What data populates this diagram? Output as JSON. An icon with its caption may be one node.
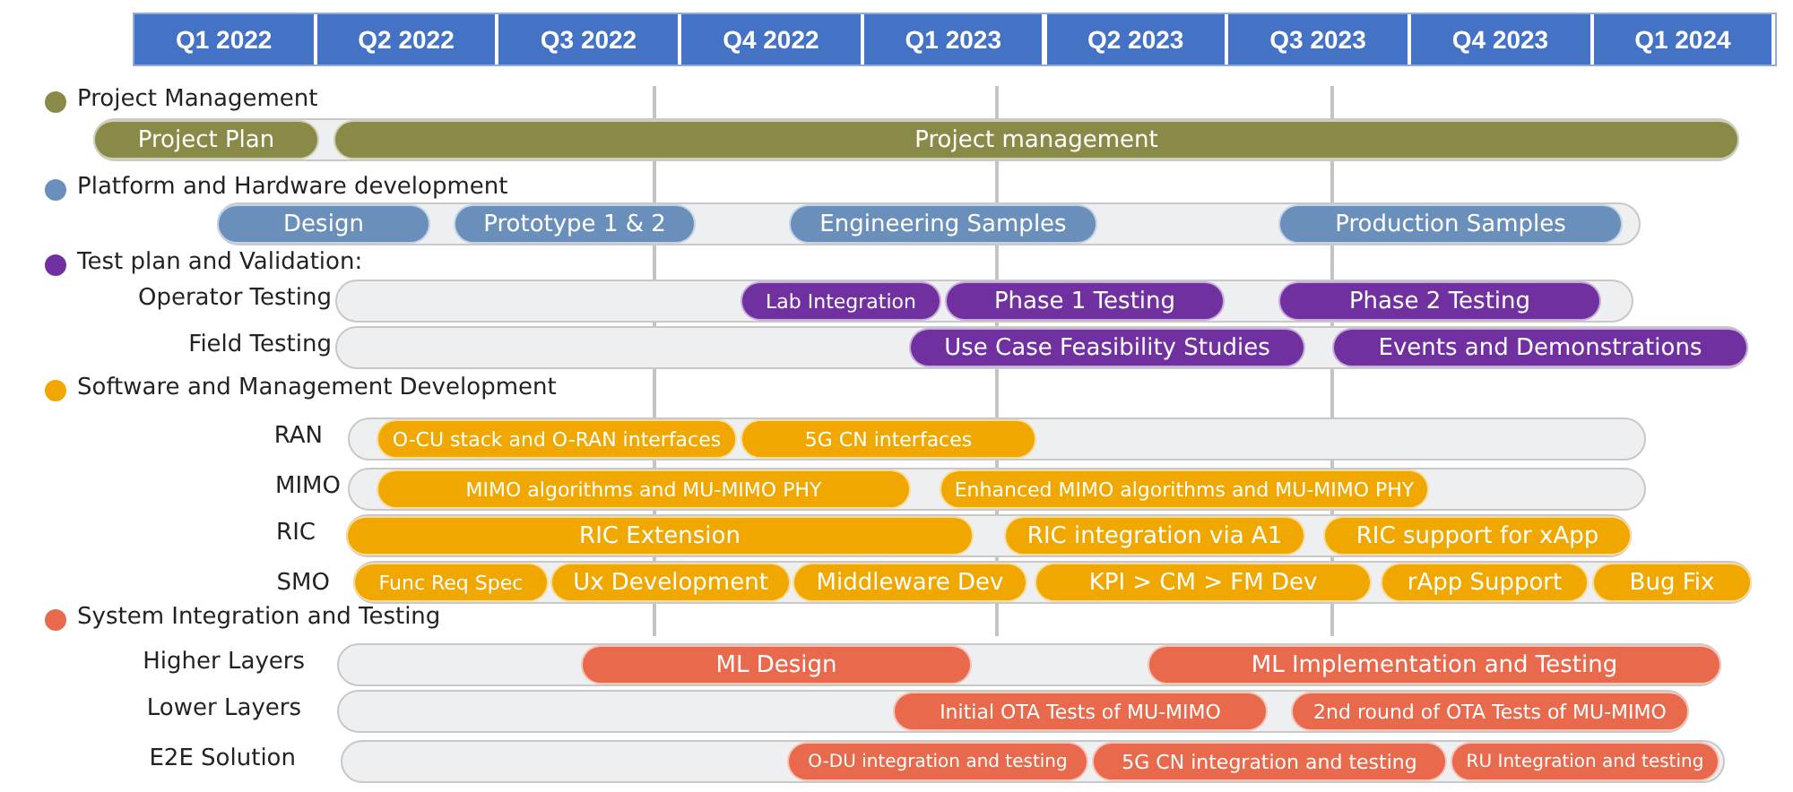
{
  "diagram": {
    "nodes": [
      {
        "text": [
          "Q1 2022"
        ]
      },
      {
        "text": [
          "Q2 2022"
        ]
      },
      {
        "text": [
          "Q3 2022"
        ]
      },
      {
        "text": [
          "Q4 2022"
        ]
      },
      {
        "text": [
          "Q1 2023"
        ]
      },
      {
        "text": [
          "Q2 2023"
        ]
      },
      {
        "text": [
          "Q3 2023"
        ]
      },
      {
        "text": [
          "Q4 2023"
        ]
      },
      {
        "text": [
          "Q1 2024"
        ]
      },
      {
        "text": [],
        "shape": "bar"
      },
      {
        "text": [
          "Project  Plan"
        ],
        "in": 9
      },
      {
        "text": [
          "Project management"
        ],
        "in": 9
      },
      {
        "text": [],
        "shape": "bar"
      },
      {
        "text": [
          "Design"
        ],
        "in": 12
      },
      {
        "text": [
          "Prototype 1 & 2"
        ],
        "in": 12
      },
      {
        "text": [
          "Engineering Samples"
        ],
        "in": 12
      },
      {
        "text": [
          "Production Samples"
        ],
        "in": 12
      },
      {
        "text": [],
        "shape": "bar"
      },
      {
        "text": [
          "Lab Integration"
        ],
        "in": 17
      },
      {
        "text": [
          "Phase 1 Testing"
        ],
        "in": 17
      },
      {
        "text": [
          "Phase 2 Testing"
        ],
        "in": 17
      },
      {
        "text": [],
        "shape": "bar"
      },
      {
        "text": [
          "Use Case Feasibility Studies"
        ],
        "in": 21
      },
      {
        "text": [
          "Events and Demonstrations"
        ],
        "in": 21
      },
      {
        "text": [],
        "shape": "bar"
      },
      {
        "text": [
          "O-CU stack and O-RAN interfaces"
        ],
        "in": 24
      },
      {
        "text": [
          "5G CN interfaces"
        ],
        "in": 24
      },
      {
        "text": [],
        "shape": "bar"
      },
      {
        "text": [
          "MIMO algorithms and MU-MIMO PHY"
        ],
        "in": 27
      },
      {
        "text": [
          "Enhanced MIMO algorithms and MU-MIMO PHY"
        ],
        "in": 27
      },
      {
        "text": [],
        "shape": "bar"
      },
      {
        "text": [
          "RIC Extension"
        ],
        "in": 30
      },
      {
        "text": [
          "RIC integration via A1"
        ],
        "in": 30
      },
      {
        "text": [
          "RIC support for xApp"
        ],
        "in": 30
      },
      {
        "text": [],
        "shape": "bar"
      },
      {
        "text": [
          "Func Req Spec"
        ],
        "in": 34
      },
      {
        "text": [
          "Ux Development"
        ],
        "in": 34
      },
      {
        "text": [
          "Middleware Dev"
        ],
        "in": 34
      },
      {
        "text": [
          "KPI > CM > FM Dev"
        ],
        "in": 34
      },
      {
        "text": [
          "rApp Support"
        ],
        "in": 34
      },
      {
        "text": [
          "Bug Fix"
        ],
        "in": 34
      },
      {
        "text": [],
        "shape": "bar"
      },
      {
        "text": [
          "ML Design"
        ],
        "in": 41
      },
      {
        "text": [
          "ML Implementation and Testing"
        ],
        "in": 41
      },
      {
        "text": [],
        "shape": "bar"
      },
      {
        "text": [
          "Initial OTA Tests of MU-MIMO"
        ],
        "in": 44
      },
      {
        "text": [
          "2nd round of OTA Tests of  MU-MIMO"
        ],
        "in": 44
      },
      {
        "text": [],
        "shape": "bar"
      },
      {
        "text": [
          "O-DU integration and testing"
        ],
        "in": 47
      },
      {
        "text": [
          "5G CN integration and testing"
        ],
        "in": 47
      },
      {
        "text": [
          "RU Integration and testing"
        ],
        "in": 47
      }
    ],
    "labels": [
      "Operator Testing",
      "Field Testing",
      "RAN",
      "MIMO",
      "RIC",
      "SMO",
      "Higher Layers",
      "Lower Layers",
      "E2E Solution"
    ],
    "legend": [
      {
        "text": "Project Management",
        "color": "#8a8a48"
      },
      {
        "text": "Platform and Hardware development",
        "color": "#6a8fbb"
      },
      {
        "text": "Test plan and Validation:",
        "color": "#7030a0"
      },
      {
        "text": "Software and Management Development",
        "color": "#f0a800"
      },
      {
        "text": "System Integration and Testing",
        "color": "#e8694c"
      }
    ]
  }
}
